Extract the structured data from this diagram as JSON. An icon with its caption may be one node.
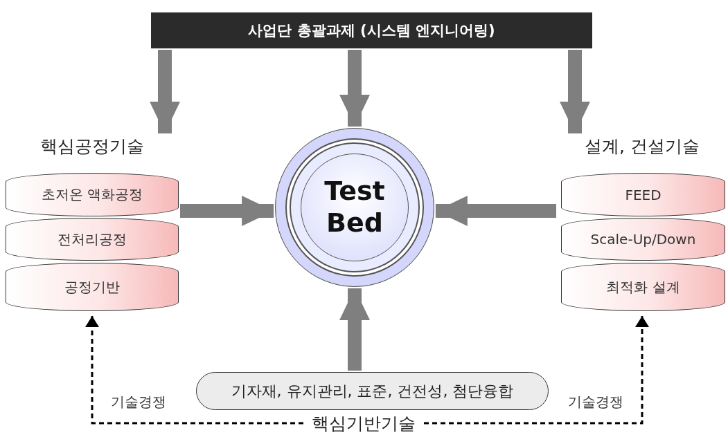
{
  "diagram": {
    "nodes": [
      {
        "text": [
          "사업단 총괄과제 (시스템 엔지니어링)"
        ]
      },
      {
        "text": [
          "핵심공정기술"
        ]
      },
      {
        "text": [
          "초저온 액화공정"
        ],
        "in": 1
      },
      {
        "text": [
          "전처리공정"
        ],
        "in": 1
      },
      {
        "text": [
          "공정기반"
        ],
        "in": 1
      },
      {
        "text": [
          "Test Bed"
        ]
      },
      {
        "text": [
          "설계, 건설기술"
        ]
      },
      {
        "text": [
          "FEED"
        ],
        "in": 6
      },
      {
        "text": [
          "Scale-Up/Down"
        ],
        "in": 6
      },
      {
        "text": [
          "최적화 설계"
        ],
        "in": 6
      },
      {
        "text": [
          "기자재, 유지관리, 표준, 건전성, 첨단융합"
        ]
      },
      {
        "text": [
          "핵심기반기술"
        ]
      }
    ],
    "edges": [
      {
        "from": 0,
        "to": 1,
        "arrow": "to"
      },
      {
        "from": 0,
        "to": 5,
        "arrow": "to"
      },
      {
        "from": 0,
        "to": 6,
        "arrow": "to"
      },
      {
        "from": 1,
        "to": 5,
        "arrow": "to"
      },
      {
        "from": 6,
        "to": 5,
        "arrow": "to"
      },
      {
        "from": 10,
        "to": 5,
        "arrow": "to"
      },
      {
        "from": 11,
        "to": 1,
        "arrow": "to",
        "label": "기술경쟁",
        "style": "dashed",
        "color": "#000000"
      },
      {
        "from": 11,
        "to": 6,
        "arrow": "to",
        "label": "기술경쟁",
        "style": "dashed",
        "color": "#000000"
      }
    ]
  }
}
